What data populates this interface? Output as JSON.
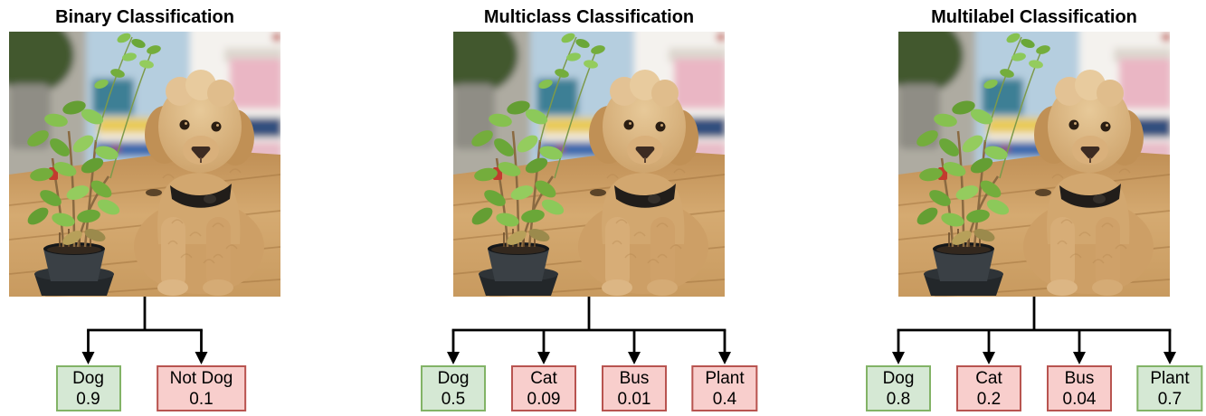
{
  "figure": {
    "description": "Comparison of image classification types",
    "photo_description": "Apricot poodle dog sitting on a wooden floor next to a potted basil plant"
  },
  "colors": {
    "positive_fill": "#d5e8d4",
    "positive_border": "#82b366",
    "negative_fill": "#f8cecc",
    "negative_border": "#b85450",
    "line": "#000000",
    "title_text": "#000000"
  },
  "panels": [
    {
      "id": "binary",
      "title": "Binary Classification",
      "boxes": [
        {
          "label": "Dog",
          "value": "0.9",
          "state": "positive"
        },
        {
          "label": "Not Dog",
          "value": "0.1",
          "state": "negative"
        }
      ]
    },
    {
      "id": "multiclass",
      "title": "Multiclass Classification",
      "boxes": [
        {
          "label": "Dog",
          "value": "0.5",
          "state": "positive"
        },
        {
          "label": "Cat",
          "value": "0.09",
          "state": "negative"
        },
        {
          "label": "Bus",
          "value": "0.01",
          "state": "negative"
        },
        {
          "label": "Plant",
          "value": "0.4",
          "state": "negative"
        }
      ]
    },
    {
      "id": "multilabel",
      "title": "Multilabel Classification",
      "boxes": [
        {
          "label": "Dog",
          "value": "0.8",
          "state": "positive"
        },
        {
          "label": "Cat",
          "value": "0.2",
          "state": "negative"
        },
        {
          "label": "Bus",
          "value": "0.04",
          "state": "negative"
        },
        {
          "label": "Plant",
          "value": "0.7",
          "state": "positive"
        }
      ]
    }
  ]
}
